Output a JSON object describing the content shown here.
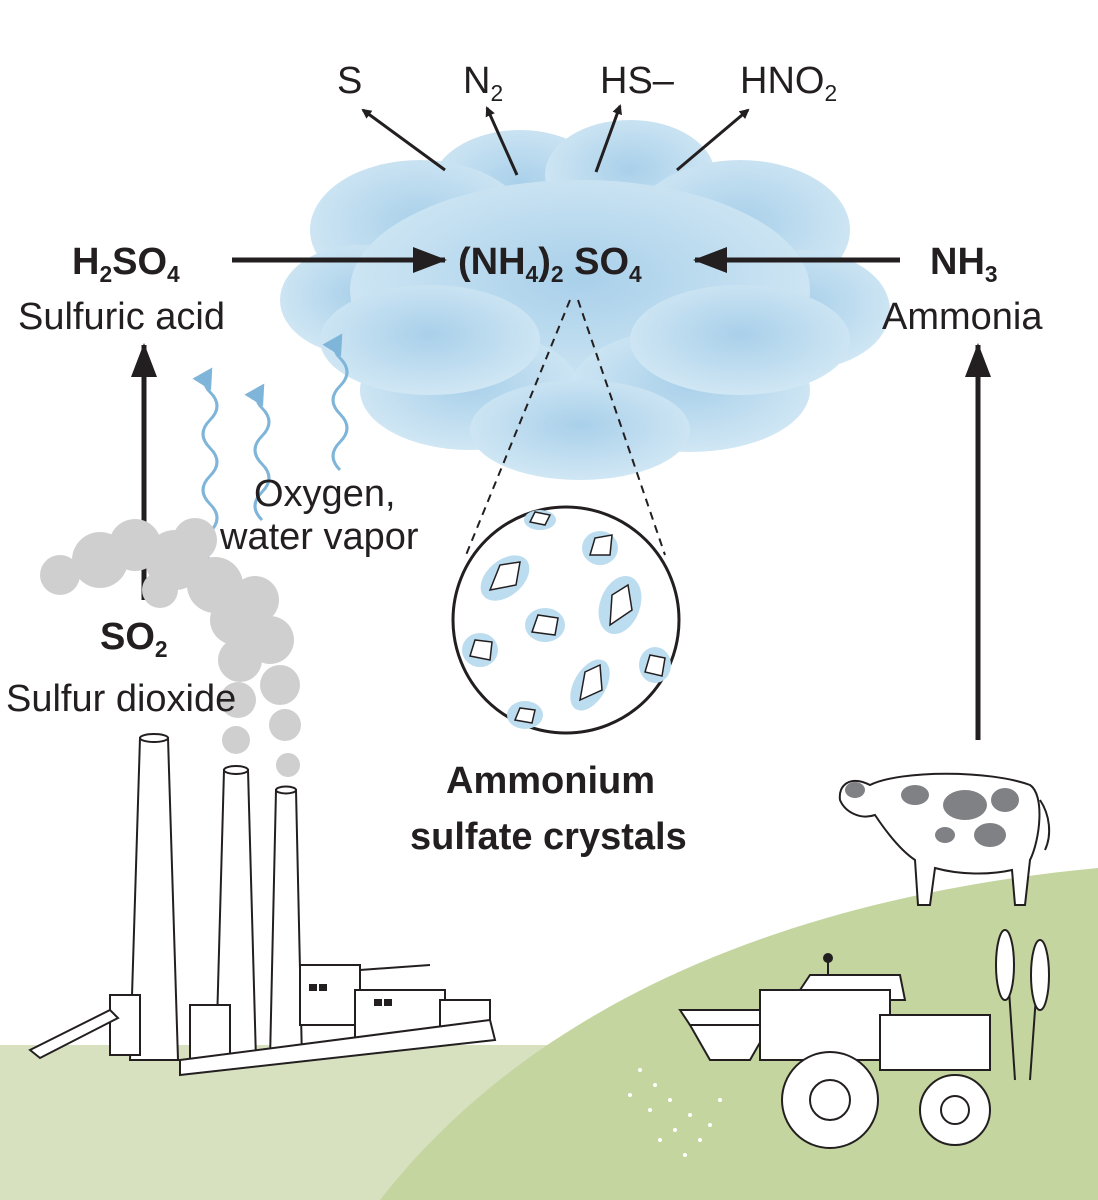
{
  "outputs": {
    "s": "S",
    "n2": {
      "base": "N",
      "sub": "2"
    },
    "hs": "HS–",
    "hno2": {
      "base": "HNO",
      "sub": "2"
    }
  },
  "sulfuric_acid": {
    "formula": {
      "p1": "H",
      "s1": "2",
      "p2": "SO",
      "s2": "4"
    },
    "name": "Sulfuric acid"
  },
  "ammonium_sulfate": {
    "p1": "(NH",
    "s1": "4",
    "p2": ")",
    "s2": "2",
    "p3": " SO",
    "s3": "4"
  },
  "ammonia": {
    "formula": {
      "p1": "NH",
      "s1": "3"
    },
    "name": "Ammonia"
  },
  "vapor": {
    "line1": "Oxygen,",
    "line2": "water vapor"
  },
  "sulfur_dioxide": {
    "formula": {
      "p1": "SO",
      "s1": "2"
    },
    "name": "Sulfur dioxide"
  },
  "crystals": {
    "line1": "Ammonium",
    "line2": "sulfate crystals"
  },
  "colors": {
    "cloud": "#bcdcef",
    "vapor_arrow": "#7fb5d9",
    "ground": "#d3ddb8",
    "hill": "#c3d49c",
    "ink": "#231f20"
  }
}
